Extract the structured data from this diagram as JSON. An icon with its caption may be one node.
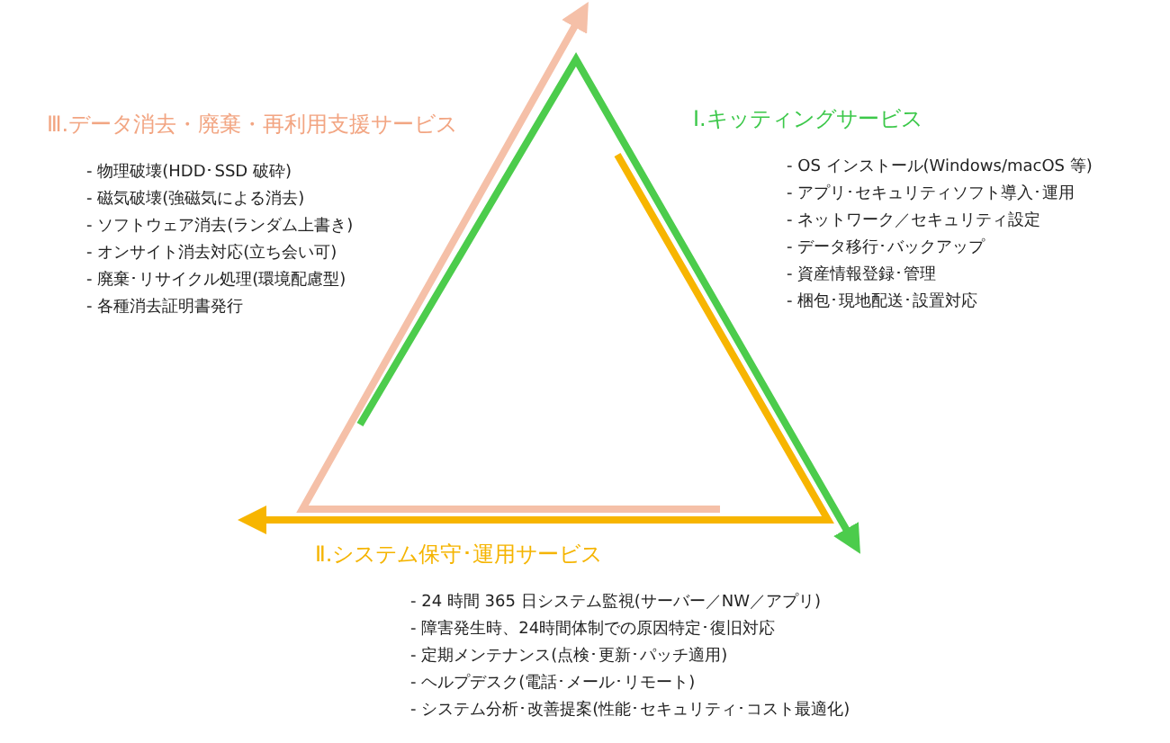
{
  "diagram": {
    "nodes": [
      {
        "text": [
          "Ⅲ.データ消去・廃棄・再利用支援サービス",
          "- 物理破壊(HDD･SSD 破砕)",
          "- 磁気破壊(強磁気による消去)",
          "- ソフトウェア消去(ランダム上書き)",
          "- オンサイト消去対応(立ち会い可)",
          "- 廃棄･リサイクル処理(環境配慮型)",
          "- 各種消去証明書発行"
        ]
      },
      {
        "text": [
          "Ⅰ.キッティングサービス",
          "- OS インストール(Windows/macOS 等)",
          "- アプリ･セキュリティソフト導入･運用",
          "- ネットワーク／セキュリティ設定",
          "- データ移行･バックアップ",
          "- 資産情報登録･管理",
          "- 梱包･現地配送･設置対応"
        ]
      },
      {
        "text": [
          "Ⅱ.システム保守･運用サービス",
          "- 24 時間 365 日システム監視(サーバー／NW／アプリ)",
          "- 障害発生時、24時間体制での原因特定･復旧対応",
          "- 定期メンテナンス(点検･更新･パッチ適用)",
          "- ヘルプデスク(電話･メール･リモート)",
          "- システム分析･改善提案(性能･セキュリティ･コスト最適化)"
        ]
      }
    ]
  }
}
